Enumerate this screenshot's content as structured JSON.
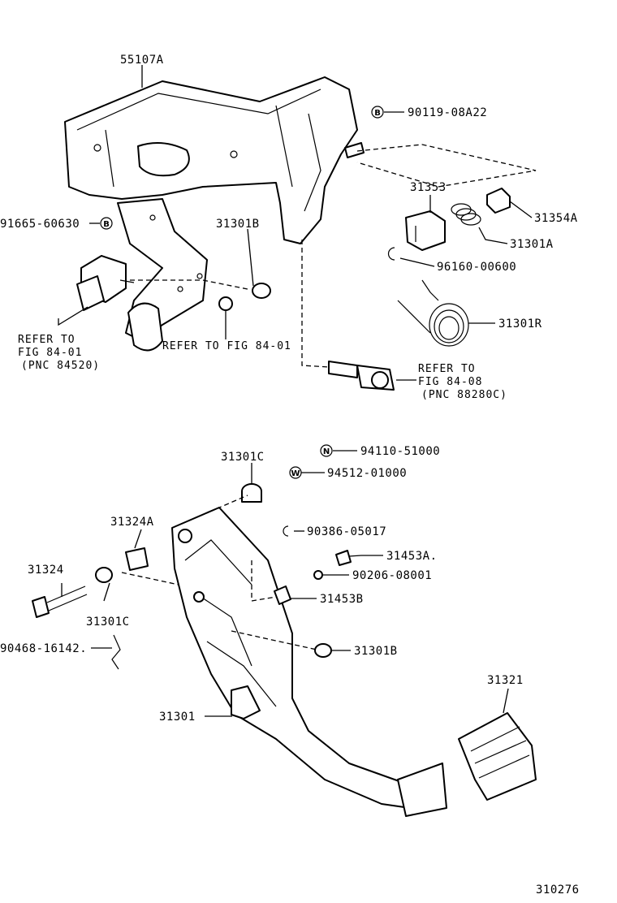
{
  "labels": {
    "p55107A": "55107A",
    "p90119": "90119-08A22",
    "p91665": "91665-60630",
    "p31301B_top": "31301B",
    "p31353": "31353",
    "p31354A": "31354A",
    "p31301A": "31301A",
    "p96160": "96160-00600",
    "p31301R": "31301R",
    "p94110": "94110-51000",
    "p94512": "94512-01000",
    "p31301C_top": "31301C",
    "p31324A": "31324A",
    "p90386": "90386-05017",
    "p31453A": "31453A.",
    "p31324": "31324",
    "p90206": "90206-08001",
    "p31453B": "31453B",
    "p31301C_bot": "31301C",
    "p90468": "90468-16142.",
    "p31301B_bot": "31301B",
    "p31321": "31321",
    "p31301": "31301",
    "fig_number": "310276"
  },
  "refs": {
    "left_line1": "REFER TO",
    "left_line2": "FIG 84-01",
    "left_line3": "(PNC 84520)",
    "mid_line1": "REFER TO FIG 84-01",
    "right_line1": "REFER TO",
    "right_line2": "FIG 84-08",
    "right_line3": "(PNC 88280C)"
  },
  "symbols": {
    "b1": "B",
    "b2": "B",
    "n": "N",
    "w": "W"
  }
}
